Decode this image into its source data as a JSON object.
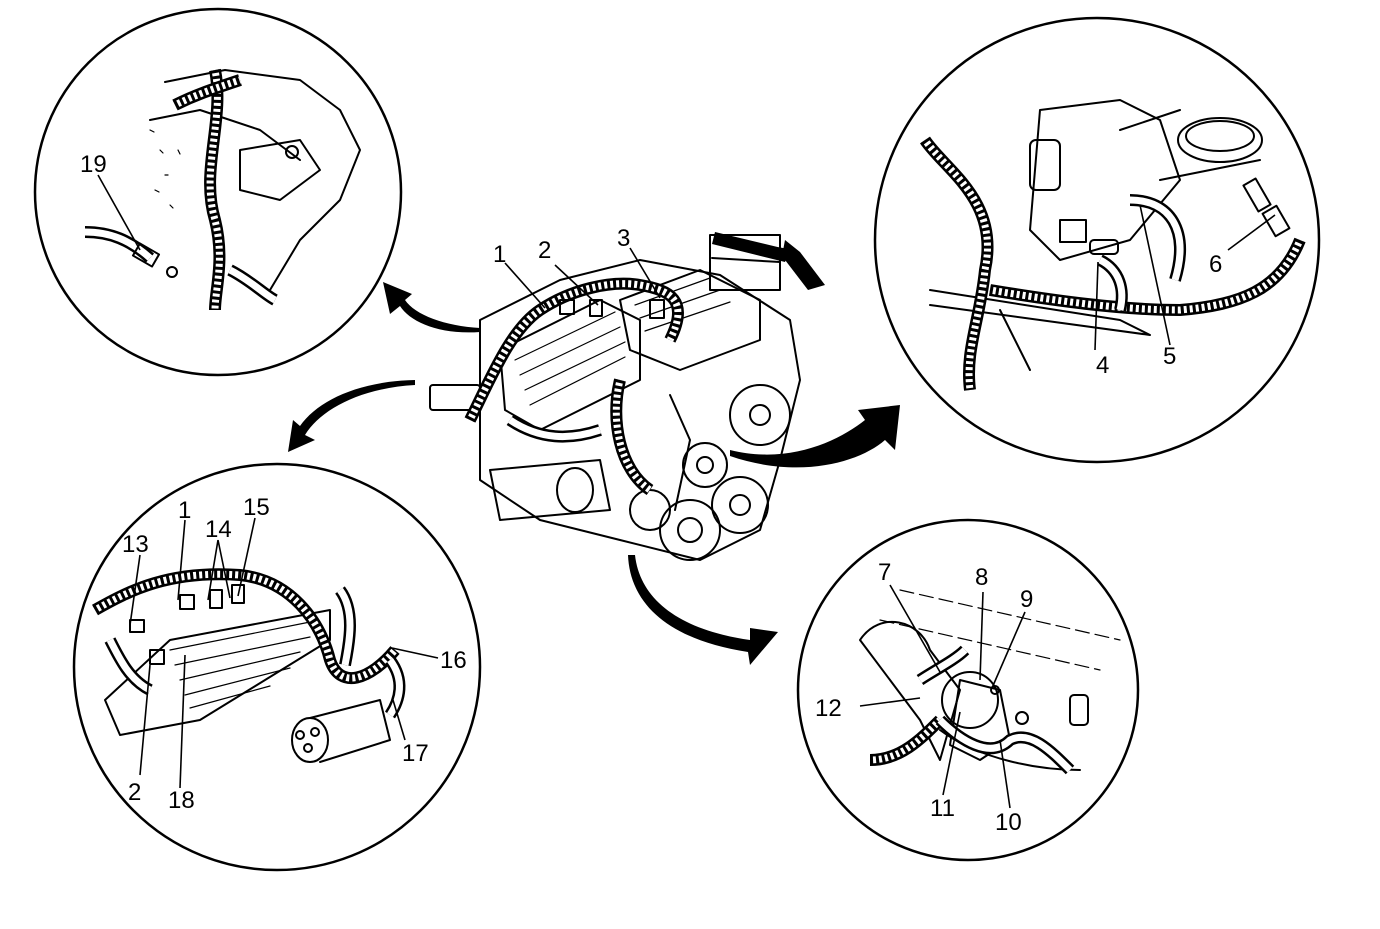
{
  "callouts": {
    "c1": "1",
    "c2": "2",
    "c3": "3",
    "c4": "4",
    "c5": "5",
    "c6": "6",
    "c7": "7",
    "c8": "8",
    "c9": "9",
    "c10": "10",
    "c11": "11",
    "c12": "12",
    "c13": "13",
    "c14": "14",
    "c15": "15",
    "c16": "16",
    "c17": "17",
    "c18": "18",
    "c19": "19",
    "d1": "1",
    "d2": "2"
  },
  "colors": {
    "ink": "#000000",
    "paper": "#ffffff"
  }
}
